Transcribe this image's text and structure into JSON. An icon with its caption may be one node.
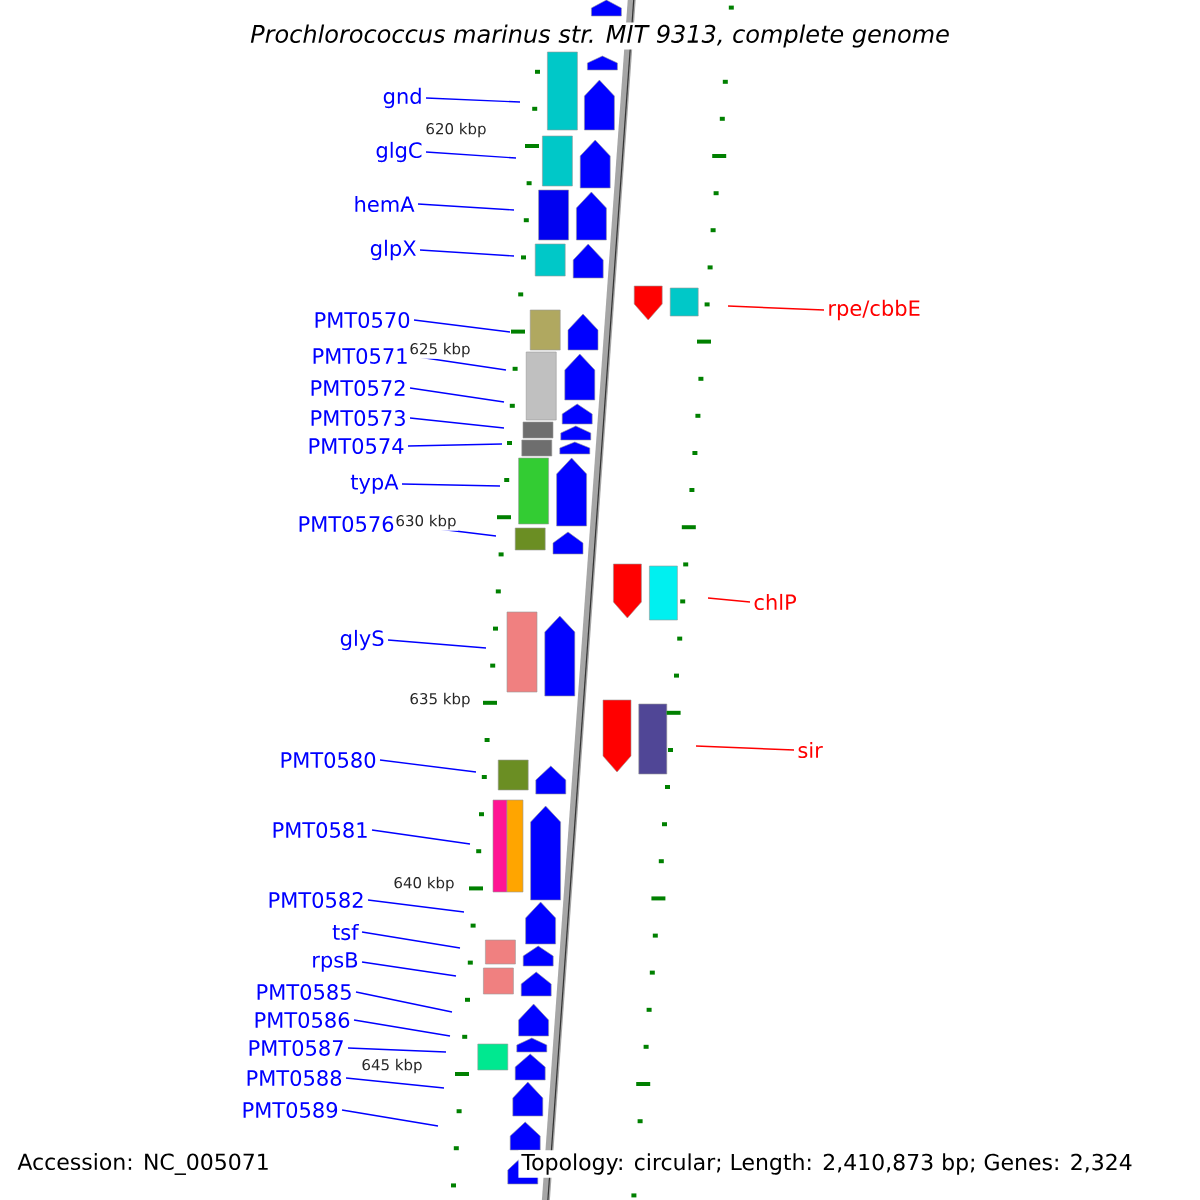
{
  "diagram": {
    "title": "Prochlorococcus marinus str. MIT 9313, complete genome",
    "nodes": [
      {
        "text": [
          "gnd"
        ]
      },
      {
        "text": [
          "glgC"
        ]
      },
      {
        "text": [
          "hemA"
        ]
      },
      {
        "text": [
          "glpX"
        ]
      },
      {
        "text": [
          "rpe/cbbE"
        ]
      },
      {
        "text": [
          "PMT0570"
        ]
      },
      {
        "text": [
          "PMT0571"
        ]
      },
      {
        "text": [
          "PMT0572"
        ]
      },
      {
        "text": [
          "PMT0573"
        ]
      },
      {
        "text": [
          "PMT0574"
        ]
      },
      {
        "text": [
          "typA"
        ]
      },
      {
        "text": [
          "PMT0576"
        ]
      },
      {
        "text": [
          "chlP"
        ]
      },
      {
        "text": [
          "glyS"
        ]
      },
      {
        "text": [
          "sir"
        ]
      },
      {
        "text": [
          "PMT0580"
        ]
      },
      {
        "text": [
          "PMT0581"
        ]
      },
      {
        "text": [
          "PMT0582"
        ]
      },
      {
        "text": [
          "tsf"
        ]
      },
      {
        "text": [
          "rpsB"
        ]
      },
      {
        "text": [
          "PMT0585"
        ]
      },
      {
        "text": [
          "PMT0586"
        ]
      },
      {
        "text": [
          "PMT0587"
        ]
      },
      {
        "text": [
          "PMT0588"
        ]
      },
      {
        "text": [
          "PMT0589"
        ]
      }
    ],
    "edges": [
      {
        "from": 0,
        "to": null,
        "arrow": "none"
      },
      {
        "from": 1,
        "to": null,
        "arrow": "none"
      },
      {
        "from": 2,
        "to": null,
        "arrow": "none"
      },
      {
        "from": 3,
        "to": null,
        "arrow": "none"
      },
      {
        "from": 4,
        "to": null,
        "arrow": "none",
        "color": "#ff0000"
      },
      {
        "from": 5,
        "to": null,
        "arrow": "none"
      },
      {
        "from": 6,
        "to": null,
        "arrow": "none"
      },
      {
        "from": 7,
        "to": null,
        "arrow": "none"
      },
      {
        "from": 8,
        "to": null,
        "arrow": "none"
      },
      {
        "from": 9,
        "to": null,
        "arrow": "none"
      },
      {
        "from": 10,
        "to": null,
        "arrow": "none"
      },
      {
        "from": 11,
        "to": null,
        "arrow": "none"
      },
      {
        "from": 12,
        "to": null,
        "arrow": "none",
        "color": "#ff0000"
      },
      {
        "from": 13,
        "to": null,
        "arrow": "none"
      },
      {
        "from": 14,
        "to": null,
        "arrow": "none",
        "color": "#ff0000"
      },
      {
        "from": 15,
        "to": null,
        "arrow": "none"
      },
      {
        "from": 16,
        "to": null,
        "arrow": "none"
      },
      {
        "from": 17,
        "to": null,
        "arrow": "none"
      },
      {
        "from": 18,
        "to": null,
        "arrow": "none"
      },
      {
        "from": 19,
        "to": null,
        "arrow": "none"
      },
      {
        "from": 20,
        "to": null,
        "arrow": "none"
      },
      {
        "from": 21,
        "to": null,
        "arrow": "none"
      },
      {
        "from": 22,
        "to": null,
        "arrow": "none"
      },
      {
        "from": 23,
        "to": null,
        "arrow": "none"
      },
      {
        "from": 24,
        "to": null,
        "arrow": "none"
      }
    ],
    "labels": [
      "620 kbp",
      "625 kbp",
      "630 kbp",
      "635 kbp",
      "640 kbp",
      "645 kbp",
      "Accession: NC_005071",
      "Topology: circular; Length: 2,410,873 bp; Genes: 2,324"
    ]
  }
}
